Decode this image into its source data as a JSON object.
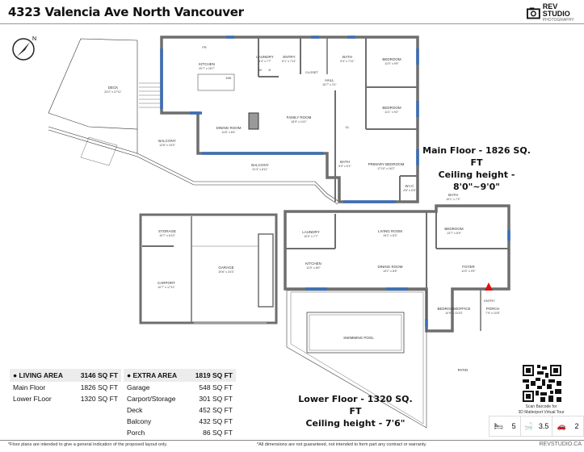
{
  "header": {
    "title": "4323 Valencia Ave North Vancouver",
    "logo_line1": "REV STUDIO",
    "logo_line2": "PHOTOGRAPHY"
  },
  "main_floor": {
    "summary_line1": "Main Floor - 1826 SQ. FT",
    "summary_line2": "Ceiling height - 8'0\"~9'0\"",
    "rooms": [
      {
        "name": "KITCHEN",
        "dims": "20'7\" x 16'7\""
      },
      {
        "name": "LAUNDRY",
        "dims": "5'4\" x 7'7\""
      },
      {
        "name": "ENTRY",
        "dims": "6'1\" x 7'11\""
      },
      {
        "name": "BATH",
        "dims": "9'4\" x 7'11\""
      },
      {
        "name": "BEDROOM",
        "dims": "11'0\" x 9'9\""
      },
      {
        "name": "HALL",
        "dims": "15'7\" x 3'1\""
      },
      {
        "name": "DECK",
        "dims": "23'2\" x 27'11\""
      },
      {
        "name": "FAMILY ROOM",
        "dims": "18'9\" x 14'1\""
      },
      {
        "name": "BEDROOM",
        "dims": "11'1\" x 9'2\""
      },
      {
        "name": "DINING ROOM",
        "dims": "11'8\" x 8'4\""
      },
      {
        "name": "BALCONY",
        "dims": "13'8\" x 15'3\""
      },
      {
        "name": "BALCONY",
        "dims": "31'3\" x 8'11\""
      },
      {
        "name": "BATH",
        "dims": "5'0\" x 5'1\""
      },
      {
        "name": "PRIMARY BEDROOM",
        "dims": "17'10\" x 16'2\""
      },
      {
        "name": "W.I.C",
        "dims": "4'8\" x 5'5\""
      }
    ],
    "fixtures": {
      "fr": "FR",
      "dw": "DW",
      "w": "W",
      "d": "D",
      "closet": "CLOSET",
      "cl": "CL"
    }
  },
  "lower_floor": {
    "summary_line1": "Lower Floor - 1320 SQ. FT",
    "summary_line2": "Ceiling height - 7'6\"",
    "rooms": [
      {
        "name": "STORAGE",
        "dims": "10'7\" x 6'10\""
      },
      {
        "name": "GARAGE",
        "dims": "19'8\" x 24'3\""
      },
      {
        "name": "CARPORT",
        "dims": "10'7\" x 17'11\""
      },
      {
        "name": "LAUNDRY",
        "dims": "10'0\" x 7'7\""
      },
      {
        "name": "KITCHEN",
        "dims": "11'9\" x 8'0\""
      },
      {
        "name": "LIVING ROOM",
        "dims": "19'1\" x 8'3\""
      },
      {
        "name": "DINING ROOM",
        "dims": "19'1\" x 8'6\""
      },
      {
        "name": "BATH",
        "dims": "10'1\" x 7'4\""
      },
      {
        "name": "BEDROOM",
        "dims": "13'7\" x 8'9\""
      },
      {
        "name": "FOYER",
        "dims": "11'0\" x 9'9\""
      },
      {
        "name": "BEDROOM/OFFICE",
        "dims": "10'9\" x 10'10\""
      },
      {
        "name": "PORCH",
        "dims": "7'9\" x 10'8\""
      }
    ],
    "entry": "ENTRY",
    "pool": "SWIMMING POOL",
    "patio": "PATIO"
  },
  "living_area": {
    "label": "LIVING AREA",
    "total": "3146 SQ FT",
    "rows": [
      {
        "label": "Main Floor",
        "value": "1826 SQ FT"
      },
      {
        "label": "Lower FLoor",
        "value": "1320 SQ FT"
      }
    ]
  },
  "extra_area": {
    "label": "EXTRA AREA",
    "total": "1819 SQ FT",
    "rows": [
      {
        "label": "Garage",
        "value": "548 SQ FT"
      },
      {
        "label": "Carport/Storage",
        "value": "301 SQ FT"
      },
      {
        "label": "Deck",
        "value": "452 SQ FT"
      },
      {
        "label": "Balcony",
        "value": "432 SQ FT"
      },
      {
        "label": "Porch",
        "value": "86 SQ FT"
      }
    ]
  },
  "tour": {
    "line1": "Scan Barcode for",
    "line2": "3D Matterport Virtual Tour"
  },
  "stats": {
    "beds": "5",
    "baths": "3.5",
    "garage": "2"
  },
  "footer": {
    "left": "*Floor plans are intended to give a general indication of the proposed layout only.",
    "center": "*All dimensions are not guaranteed, not intended to form part any contract or warranty.",
    "right": "REVSTUDIO.CA"
  },
  "colors": {
    "wall": "#6e6e6e",
    "window": "#3a6fb5",
    "entry_marker": "#e01010"
  }
}
